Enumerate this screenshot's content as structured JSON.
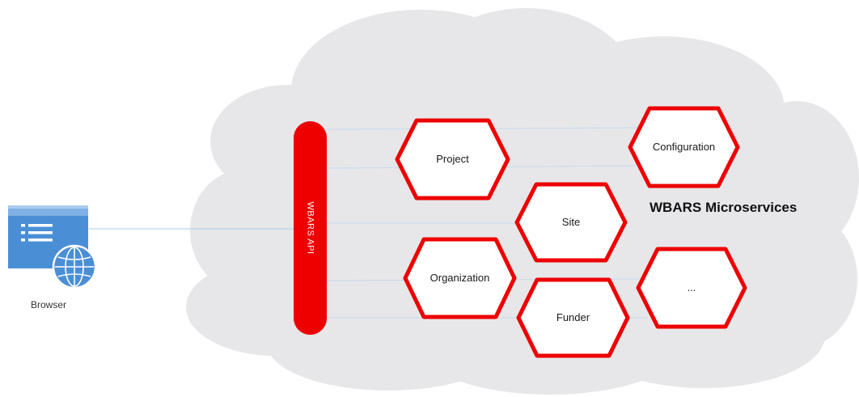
{
  "browser": {
    "label": "Browser"
  },
  "gateway": {
    "label": "WBARS API"
  },
  "microservices": {
    "title": "WBARS Microservices",
    "services": [
      {
        "label": "Project"
      },
      {
        "label": "Configuration"
      },
      {
        "label": "Site"
      },
      {
        "label": "Organization"
      },
      {
        "label": "Funder"
      },
      {
        "label": "..."
      }
    ]
  },
  "colors": {
    "cloud": "#e7e7e9",
    "gateway": "#ee0000",
    "hex_border": "#ee0000",
    "hex_fill": "#ffffff",
    "browser_blue": "#4a8fd6",
    "connector": "#bcd3ea"
  }
}
